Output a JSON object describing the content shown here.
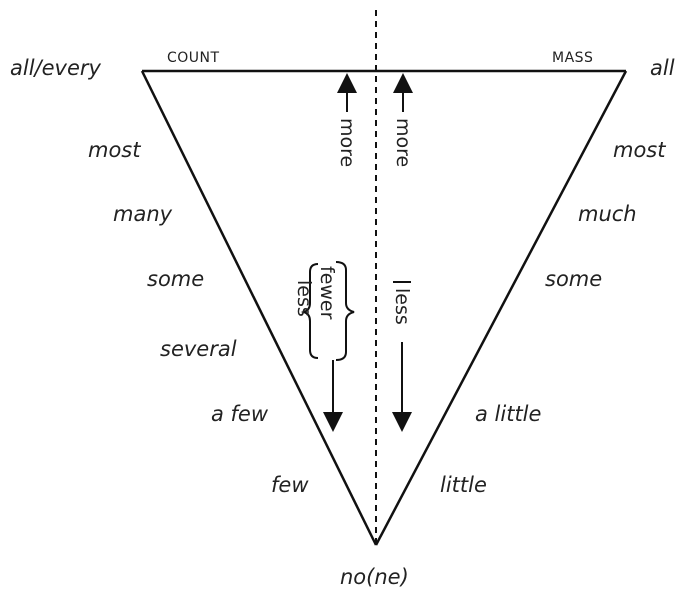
{
  "headers": {
    "count": "COUNT",
    "mass": "MASS"
  },
  "top": {
    "left": "all/every",
    "right": "all"
  },
  "bottom": "no(ne)",
  "count_quantifiers": [
    "most",
    "many",
    "some",
    "several",
    "a few",
    "few"
  ],
  "mass_quantifiers": [
    "most",
    "much",
    "some",
    "a little",
    "little"
  ],
  "arrows": {
    "count_up": "more",
    "mass_up": "more",
    "count_down_outer": "fewer",
    "count_down_inner": "less",
    "mass_down": "less"
  }
}
